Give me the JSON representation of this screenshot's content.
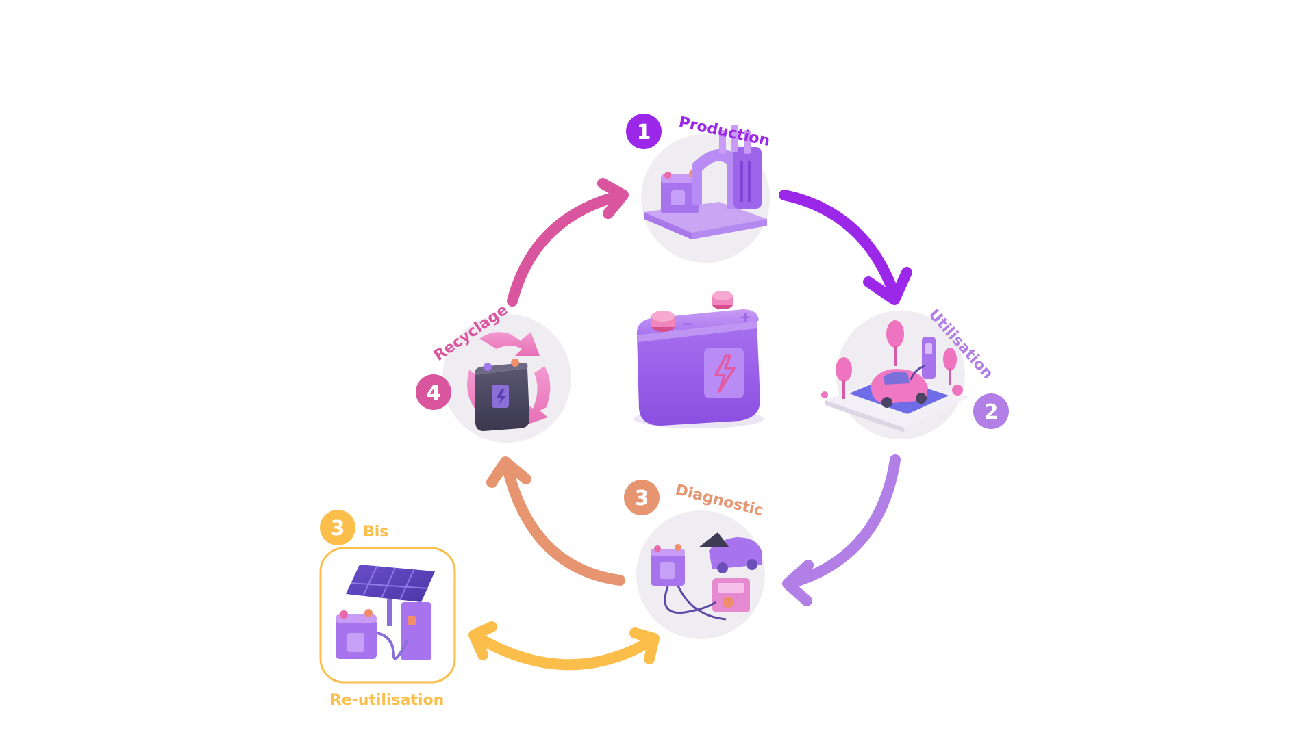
{
  "steps": {
    "production": {
      "number": "1",
      "label": "Production",
      "color": "#9b27e8"
    },
    "utilisation": {
      "number": "2",
      "label": "Utilisation",
      "color": "#b27fe6"
    },
    "diagnostic": {
      "number": "3",
      "label": "Diagnostic",
      "color": "#e69570"
    },
    "recyclage": {
      "number": "4",
      "label": "Recyclage",
      "color": "#d9559d"
    },
    "reutilisation": {
      "number": "3",
      "tag": "Bis",
      "label": "Re-utilisation",
      "color": "#fbbe4b"
    }
  },
  "icons": {
    "center": "battery-icon",
    "production": "battery-factory-icon",
    "utilisation": "electric-car-charging-icon",
    "diagnostic": "battery-diagnostic-icon",
    "recyclage": "battery-recycling-icon",
    "reutilisation": "solar-battery-storage-icon"
  }
}
